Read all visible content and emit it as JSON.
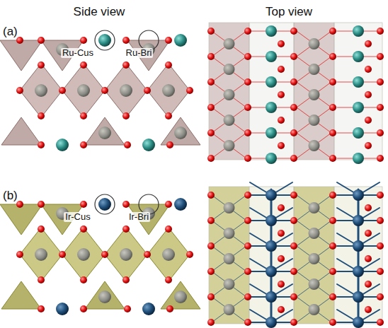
{
  "diagram": {
    "labels": [
      "Side view",
      "Top view",
      "(a)",
      "Ru-Cus",
      "Ru-Bri",
      "(b)",
      "Ir-Cus",
      "Ir-Bri"
    ]
  }
}
